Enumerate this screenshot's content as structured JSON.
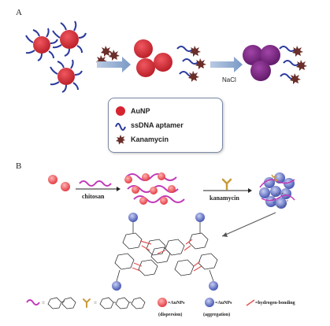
{
  "panels": {
    "a_label": "A",
    "b_label": "B"
  },
  "panel_a": {
    "nacl_label": "NaCl",
    "legend": [
      {
        "label": "AuNP",
        "icon": "red-sphere-icon"
      },
      {
        "label": "ssDNA aptamer",
        "icon": "blue-wavy-line-icon"
      },
      {
        "label": "Kanamycin",
        "icon": "star-molecule-icon"
      }
    ]
  },
  "panel_b": {
    "chitosan_label": "chitosan",
    "kanamycin_label": "kanamycin",
    "bottom_legend": {
      "equals_sign": "=",
      "aunps_label": "=AuNPs",
      "dispersion_label": "(dispersion)",
      "aggregation_label": "(aggregation)",
      "hbond_label": "=hydrogen-bonding"
    }
  },
  "colors": {
    "aunp_red": "#d62430",
    "aptamer_blue": "#2a3a9c",
    "kanamycin_brown": "#6b2f2a",
    "aggregate_purple": "#7b2283",
    "chitosan_magenta": "#c03ab8",
    "arrow_blue": "#7f9fc8",
    "hbond_red": "#e05555",
    "kanamycin_y": "#c89a3a"
  }
}
